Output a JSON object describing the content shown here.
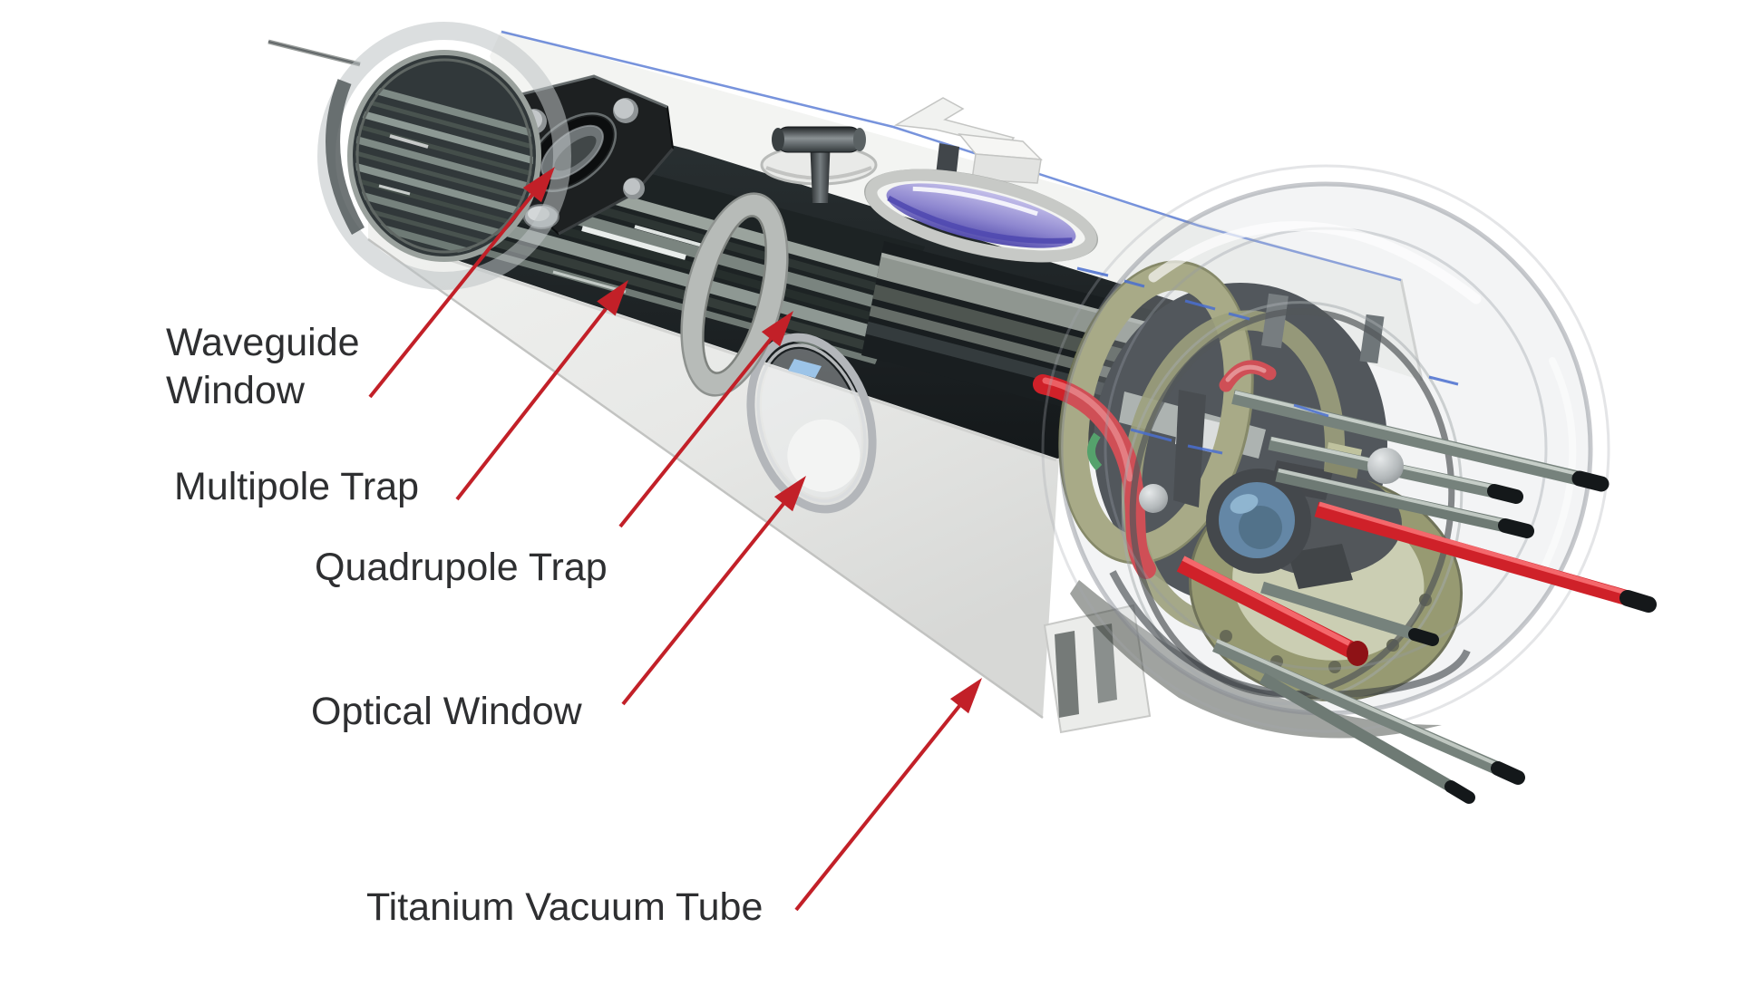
{
  "labels": {
    "waveguide_window": {
      "line1": "Waveguide",
      "line2": "Window"
    },
    "multipole_trap": {
      "text": "Multipole Trap"
    },
    "quadrupole_trap": {
      "text": "Quadrupole Trap"
    },
    "optical_window": {
      "text": "Optical Window"
    },
    "titanium_vacuum_tube": {
      "text": "Titanium Vacuum Tube"
    }
  },
  "icons": {
    "callouts": "red-leader-arrow-icon"
  },
  "colors": {
    "background": "#ffffff",
    "label_text": "#2e2f31",
    "arrow": "#c22028",
    "red_component": "#cf2129",
    "olive_metal": "#8b8e5d",
    "olive_pale": "#c9cca6",
    "lavender_glass": "#7b74ca",
    "blue_lens": "#3f6d95",
    "cad_edge_blue": "#4a6fd0",
    "housing_white": "#eff0ee",
    "interior_dark": "#20262a",
    "rod_gray": "#76827c"
  }
}
